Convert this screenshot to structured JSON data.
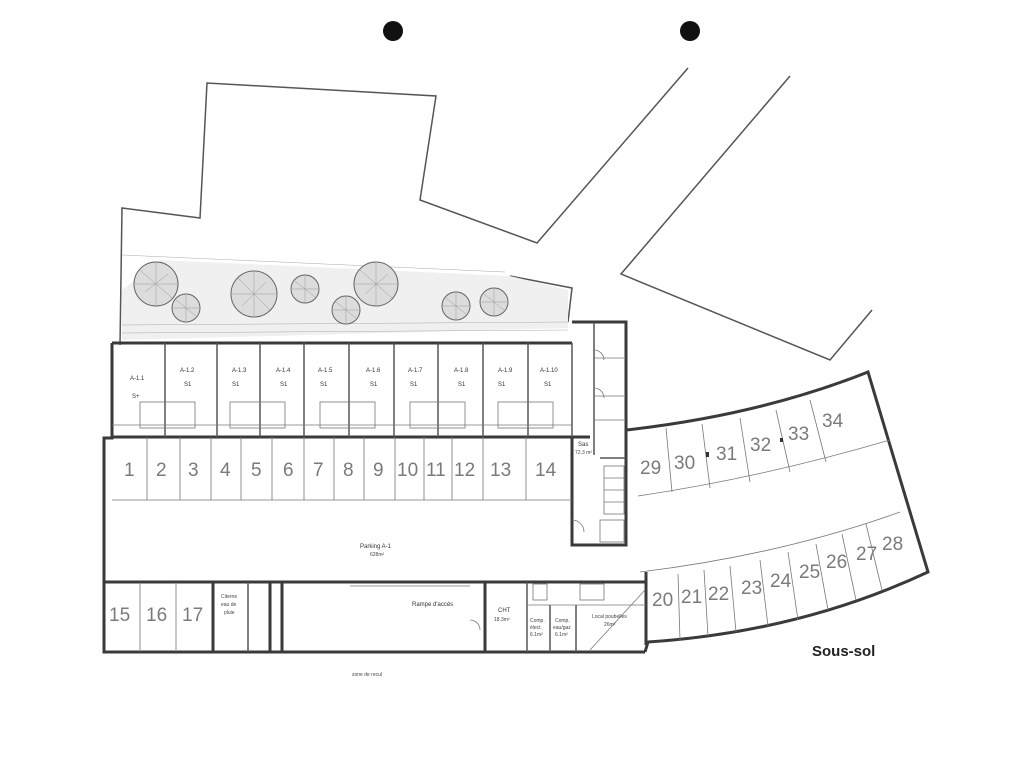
{
  "title": "Sous-sol",
  "units_top": [
    {
      "label": "A-1.1",
      "type": "S+"
    },
    {
      "label": "A-1.2",
      "type": "S1"
    },
    {
      "label": "A-1.3",
      "type": "S1"
    },
    {
      "label": "A-1.4",
      "type": "S1"
    },
    {
      "label": "A-1.5",
      "type": "S1"
    },
    {
      "label": "A-1.6",
      "type": "S1"
    },
    {
      "label": "A-1.7",
      "type": "S1"
    },
    {
      "label": "A-1.8",
      "type": "S1"
    },
    {
      "label": "A-1.9",
      "type": "S1"
    },
    {
      "label": "A-1.10",
      "type": "S1"
    }
  ],
  "parking_row_top": [
    "1",
    "2",
    "3",
    "4",
    "5",
    "6",
    "7",
    "8",
    "9",
    "10",
    "11",
    "12",
    "13",
    "14"
  ],
  "parking_row_bottom_left": [
    "15",
    "16",
    "17"
  ],
  "parking_curve_top": [
    "29",
    "30",
    "31",
    "32",
    "33",
    "34"
  ],
  "parking_curve_bottom": [
    "20",
    "21",
    "22",
    "23",
    "24",
    "25",
    "26",
    "27",
    "28"
  ],
  "rooms": {
    "parking": "Parking A-1",
    "parking_area": "628m²",
    "sas": "Sas",
    "sas_area": "72.3 m²",
    "citerne_1": "Citerne",
    "citerne_2": "eau de",
    "citerne_3": "pluie",
    "rampe": "Rampe d'accès",
    "cht": "CHT",
    "cht_area": "18.3m²",
    "comp1_1": "Comp.",
    "comp1_2": "élect.",
    "comp1_3": "6.1m²",
    "comp2_1": "Comp.",
    "comp2_2": "eau/gaz",
    "comp2_3": "6.1m²",
    "local": "Local poubelles",
    "local_area": "26m²",
    "zone": "zone de recul"
  }
}
